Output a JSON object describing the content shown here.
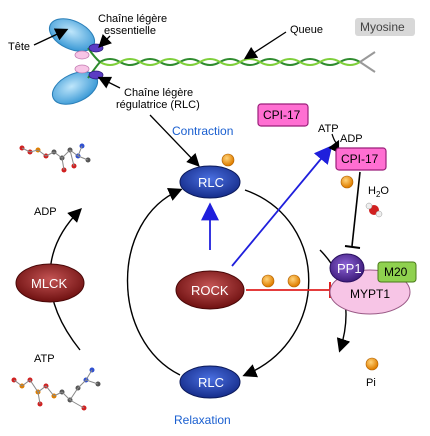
{
  "labels": {
    "head": "Tête",
    "essential_light_chain_line1": "Chaîne légère",
    "essential_light_chain_line2": "essentielle",
    "tail": "Queue",
    "myosin": "Myosine",
    "regulatory_light_chain_line1": "Chaîne légère",
    "regulatory_light_chain_line2": "régulatrice (RLC)",
    "contraction": "Contraction",
    "relaxation": "Relaxation",
    "adp_left": "ADP",
    "atp_left": "ATP",
    "atp_top": "ATP",
    "adp_top": "ADP",
    "water_h": "H",
    "water_sub": "2",
    "water_o": "O",
    "pi": "Pi"
  },
  "nodes": {
    "rlc_top": "RLC",
    "rlc_bottom": "RLC",
    "mlck": "MLCK",
    "rock": "ROCK",
    "cpi17_inactive": "CPI-17",
    "cpi17_active": "CPI-17",
    "pp1": "PP1",
    "m20": "M20",
    "mypt1": "MYPT1"
  },
  "colors": {
    "rlc_blue": "#1f3fa8",
    "mlck_red": "#8b1a1a",
    "rock_red": "#8b1a1a",
    "cpi17_magenta": "#ff3fc4",
    "pp1_purple": "#5a2ca0",
    "m20_green": "#8fd14f",
    "mypt1_pink": "#f7c5e6",
    "phosphate_orange": "#f39a12",
    "activation_blue": "#1f1fdc",
    "inhibition_red": "#e02020",
    "myosin_head_blue": "#5ab2e6",
    "contraction_text": "#1a5fd0",
    "relaxation_text": "#1a5fd0"
  }
}
